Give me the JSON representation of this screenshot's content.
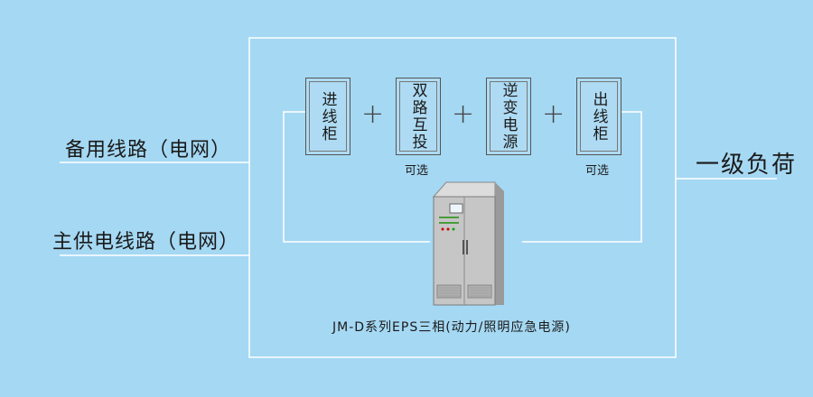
{
  "left_labels": {
    "backup_line": "备用线路（电网）",
    "main_line": "主供电线路（电网）"
  },
  "right_label": "一级负荷",
  "modules": [
    {
      "text": "进线柜"
    },
    {
      "text": "双路互投",
      "note": "可选"
    },
    {
      "text": "逆变电源"
    },
    {
      "text": "出线柜",
      "note": "可选"
    }
  ],
  "operator": "+",
  "device_caption": "JM-D系列EPS三相(动力/照明应急电源)",
  "colors": {
    "background": "#a5d8f3",
    "line": "#ffffff",
    "frame": "#ffffff",
    "box_border": "#555555"
  }
}
